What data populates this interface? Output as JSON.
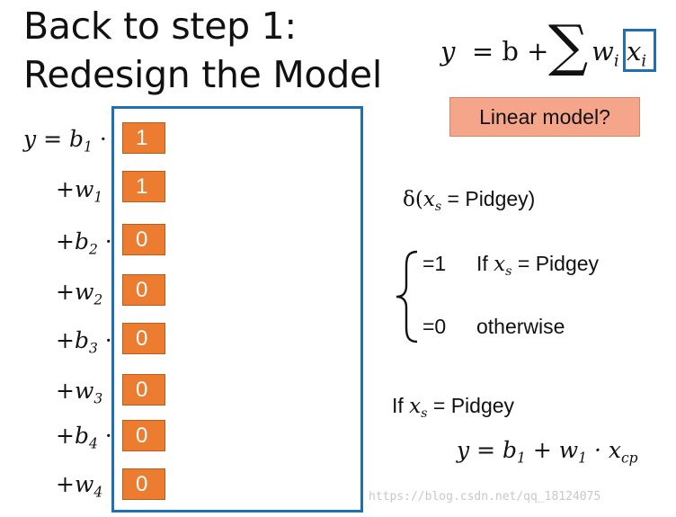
{
  "title": {
    "line1": "Back to step 1:",
    "line2": "Redesign the Model"
  },
  "formula": {
    "y": "y",
    "eq_b_plus": "= b +",
    "sum": "∑",
    "w": "w",
    "w_sub": "i",
    "x": "x",
    "x_sub": "i"
  },
  "badge": {
    "label": "Linear model?"
  },
  "terms": [
    {
      "prefix": "y = ",
      "var": "b",
      "sub": "1",
      "dot": "·"
    },
    {
      "prefix": "+",
      "var": "w",
      "sub": "1",
      "dot": "·"
    },
    {
      "prefix": "+",
      "var": "b",
      "sub": "2",
      "dot": "·"
    },
    {
      "prefix": "+",
      "var": "w",
      "sub": "2",
      "dot": "·"
    },
    {
      "prefix": "+",
      "var": "b",
      "sub": "3",
      "dot": "·"
    },
    {
      "prefix": "+",
      "var": "w",
      "sub": "3",
      "dot": "·"
    },
    {
      "prefix": "+",
      "var": "b",
      "sub": "4",
      "dot": "·"
    },
    {
      "prefix": "+",
      "var": "w",
      "sub": "4",
      "dot": "·"
    }
  ],
  "feature_values": [
    "1",
    "1",
    "0",
    "0",
    "0",
    "0",
    "0",
    "0"
  ],
  "delta": {
    "lead": "δ(",
    "x": "x",
    "sub": "s",
    "rest": " = Pidgey)"
  },
  "cases": {
    "one": "=1",
    "if_text": "If",
    "x": "x",
    "sub": "s",
    "eq_pidgey": "= Pidgey",
    "zero": "=0",
    "otherwise": "otherwise"
  },
  "condition": {
    "if_text": "If",
    "x": "x",
    "sub": "s",
    "eq_pidgey": "= Pidgey"
  },
  "result": {
    "y_eq": "y =",
    "b": "b",
    "b_sub": "1",
    "plus_w": "+ w",
    "w_sub": "1",
    "dot_x": "· x",
    "x_sub": "cp"
  },
  "watermark": "https://blog.csdn.net/qq_18124075",
  "colors": {
    "frame_blue": "#1f6fb2",
    "value_orange": "#ec7c30",
    "badge_salmon": "#f5a58a"
  }
}
